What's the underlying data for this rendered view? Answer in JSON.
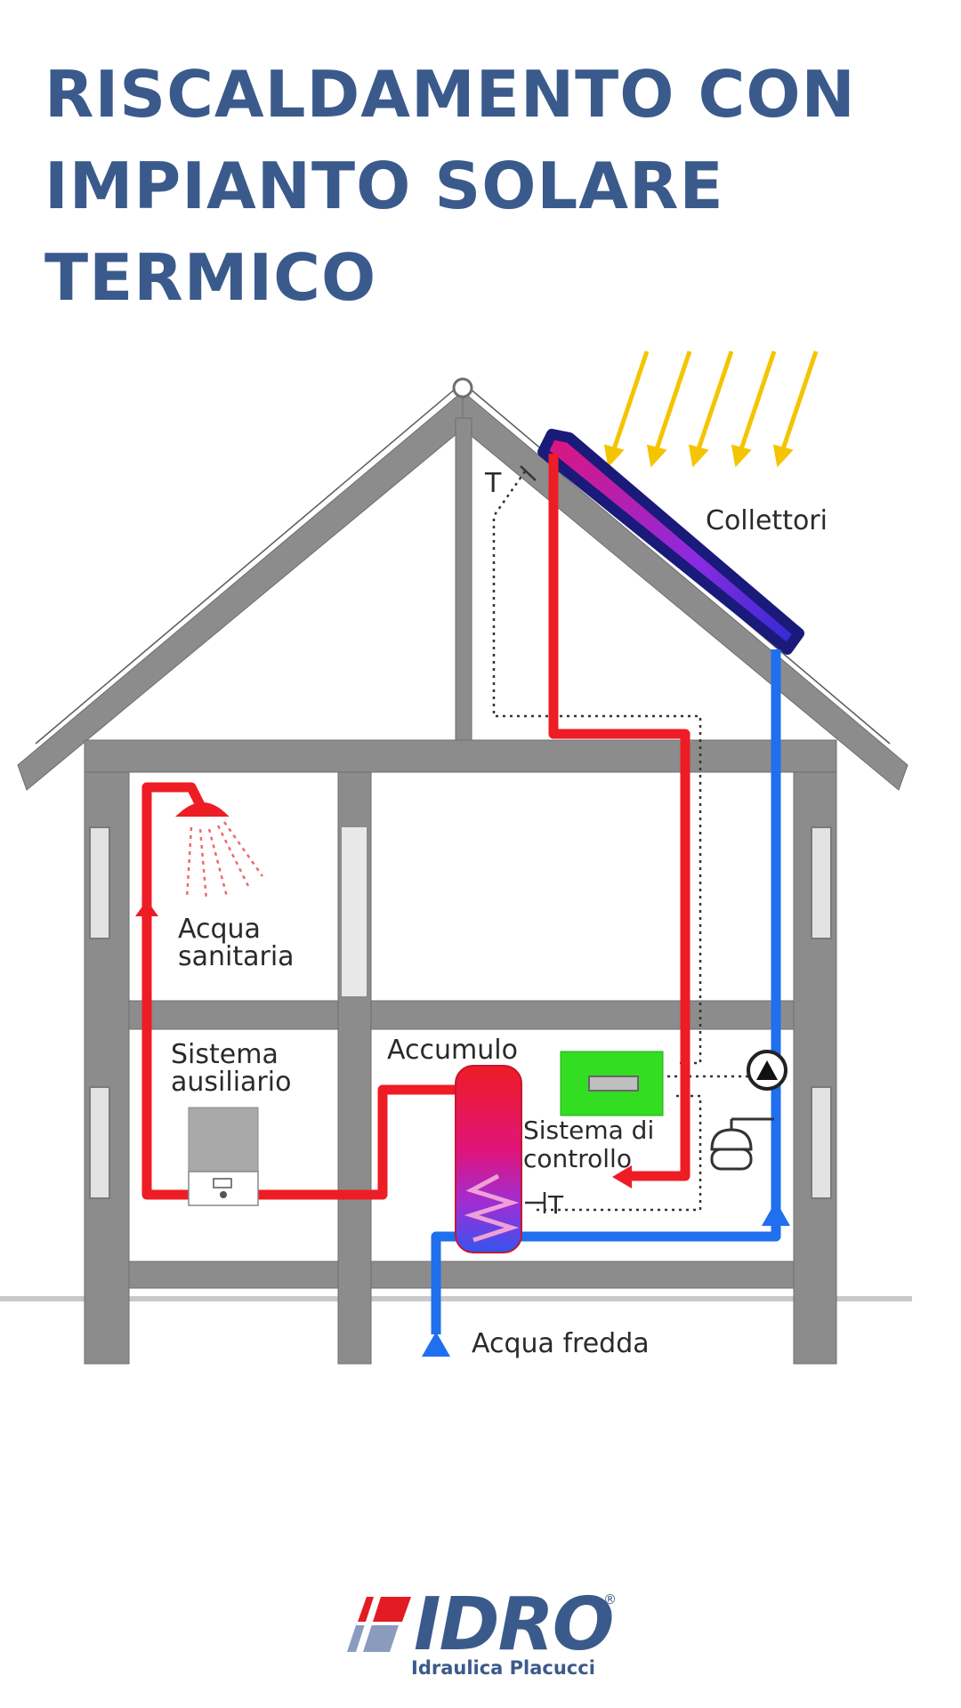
{
  "title": {
    "line1": "RISCALDAMENTO CON",
    "line2": "IMPIANTO SOLARE",
    "line3": "TERMICO"
  },
  "labels": {
    "sensor_t_top": "T",
    "collectors": "Collettori",
    "sanitary_line1": "Acqua",
    "sanitary_line2": "sanitaria",
    "aux_line1": "Sistema",
    "aux_line2": "ausiliario",
    "storage": "Accumulo",
    "control_line1": "Sistema di",
    "control_line2": "controllo",
    "sensor_t_tank": "T",
    "cold_water": "Acqua fredda"
  },
  "logo": {
    "word": "IDRO",
    "registered": "®",
    "subtitle": "Idraulica Placucci"
  },
  "colors": {
    "title": "#3b5a8c",
    "hot_pipe": "#ee1c24",
    "cold_pipe": "#1f6fee",
    "sun_rays": "#f5c400",
    "collector": "#1a1a7a",
    "controller": "#33dd22",
    "structure": "#8c8c8c"
  }
}
